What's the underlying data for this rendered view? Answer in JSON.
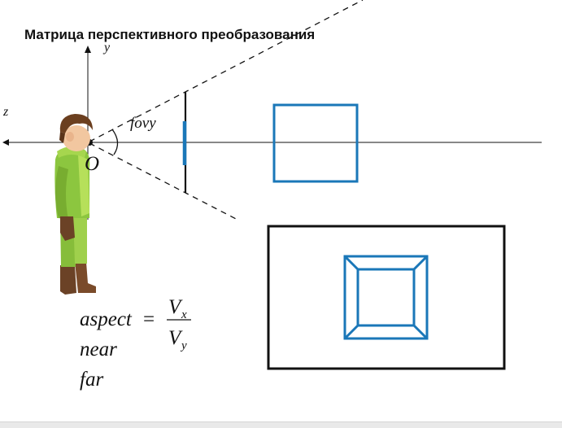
{
  "title": "Матрица перспективного преобразования",
  "axes": {
    "y_label": "y",
    "z_label": "z",
    "origin_label": "O"
  },
  "camera": {
    "fov_label": "fovy"
  },
  "formula": {
    "aspect_label": "aspect",
    "equals": "=",
    "numerator_base": "V",
    "numerator_sub": "x",
    "denominator_base": "V",
    "denominator_sub": "y",
    "near_label": "near",
    "far_label": "far"
  },
  "colors": {
    "accent_blue": "#1a77b8",
    "line_black": "#111111",
    "figure_green": "#8cc63f",
    "figure_brown": "#6b4226"
  }
}
